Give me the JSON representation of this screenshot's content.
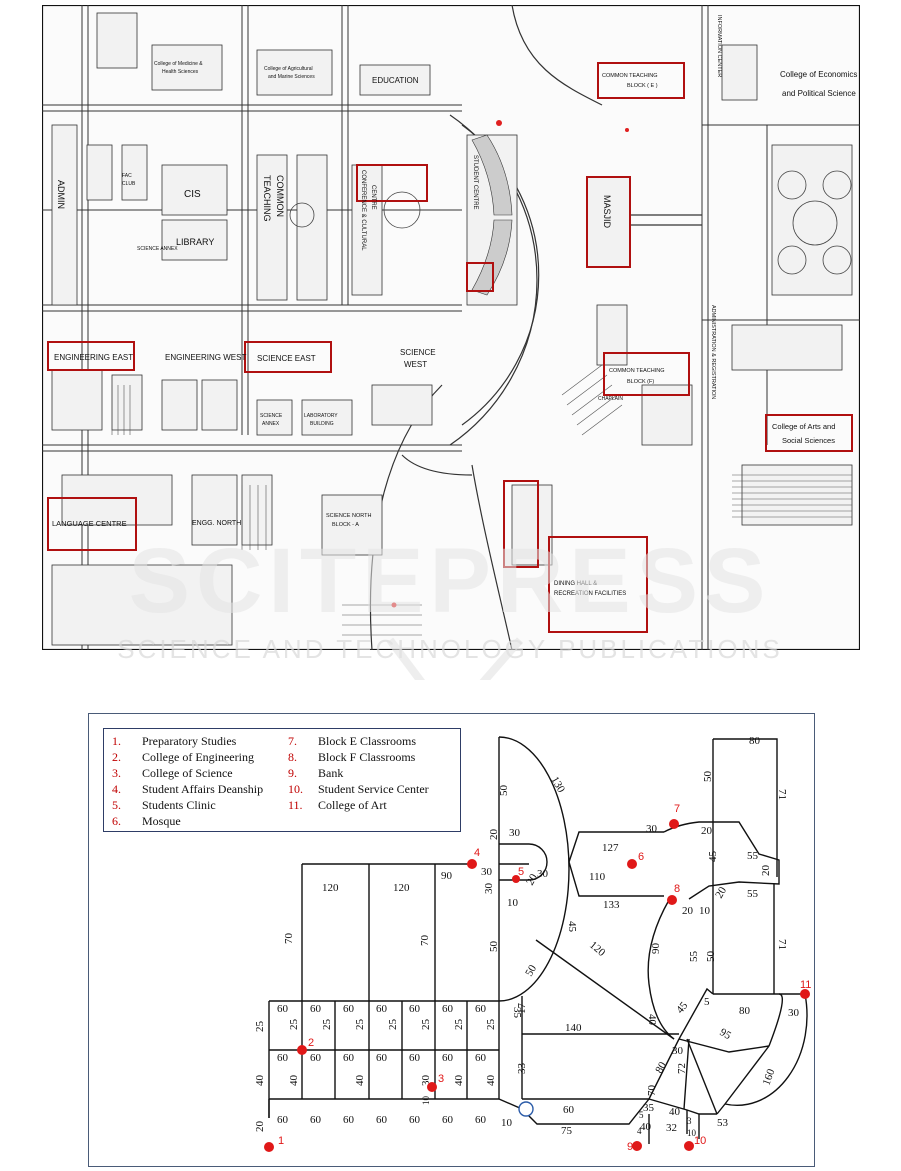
{
  "campus_map": {
    "boxed_labels": [
      {
        "id": "common-teaching-e",
        "text": "COMMON TEACHING BLOCK ( E )"
      },
      {
        "id": "college-economics",
        "text": "College of Economics and Political Science"
      },
      {
        "id": "education",
        "text": "EDUCATION"
      },
      {
        "id": "masjid",
        "text": "MASJID"
      },
      {
        "id": "engineering-east",
        "text": "ENGINEERING EAST"
      },
      {
        "id": "engineering-west",
        "text": "ENGINEERING WEST"
      },
      {
        "id": "science-east",
        "text": "SCIENCE EAST"
      },
      {
        "id": "science-west",
        "text": "SCIENCE WEST"
      },
      {
        "id": "common-teaching-f",
        "text": "COMMON TEACHING BLOCK (F)"
      },
      {
        "id": "arts-social",
        "text": "College of Arts and Social Sciences"
      },
      {
        "id": "language-centre",
        "text": "LANGUAGE CENTRE"
      },
      {
        "id": "engg-north",
        "text": "ENGG. NORTH"
      },
      {
        "id": "science-north",
        "text": "SCIENCE NORTH BLOCK - A"
      },
      {
        "id": "dining-hall",
        "text": "DINING HALL & RECREATION FACILITIES"
      },
      {
        "id": "library",
        "text": "LIBRARY"
      },
      {
        "id": "cis",
        "text": "CIS"
      },
      {
        "id": "admin",
        "text": "ADMIN"
      },
      {
        "id": "fac-club",
        "text": "FAC CLUB"
      },
      {
        "id": "common-teaching",
        "text": "COMMON TEACHING"
      },
      {
        "id": "medicine",
        "text": "College of Medicine & Health Sciences"
      },
      {
        "id": "agricultural",
        "text": "College of Agricultural and Marine Sciences"
      },
      {
        "id": "science-annex",
        "text": "SCIENCE ANNEX"
      },
      {
        "id": "lab-building",
        "text": "LABORATORY BUILDING"
      },
      {
        "id": "conference",
        "text": "CONFERENCE & CULTURAL CENTRE"
      },
      {
        "id": "student-centre",
        "text": "STUDENT CENTRE"
      },
      {
        "id": "information-centre",
        "text": "INFORMATION CENTER"
      },
      {
        "id": "administration",
        "text": "ADMINISTRATION & REGISTRATION"
      },
      {
        "id": "chapel",
        "text": "CHAPLAIN"
      }
    ]
  },
  "watermark": {
    "big": "SCITEPRESS",
    "small": "SCIENCE AND TECHNOLOGY PUBLICATIONS"
  },
  "legend": {
    "left": [
      {
        "num": "1.",
        "label": "Preparatory Studies"
      },
      {
        "num": "2.",
        "label": "College of Engineering"
      },
      {
        "num": "3.",
        "label": "College of Science"
      },
      {
        "num": "4.",
        "label": "Student Affairs Deanship"
      },
      {
        "num": "5.",
        "label": "Students Clinic"
      },
      {
        "num": "6.",
        "label": "Mosque"
      }
    ],
    "right": [
      {
        "num": "7.",
        "label": "Block E Classrooms"
      },
      {
        "num": "8.",
        "label": "Block F Classrooms"
      },
      {
        "num": "9.",
        "label": "Bank"
      },
      {
        "num": "10.",
        "label": "Student Service Center"
      },
      {
        "num": "11.",
        "label": "College of Art"
      }
    ]
  },
  "graph": {
    "nodes": [
      "1",
      "2",
      "3",
      "4",
      "5",
      "6",
      "7",
      "8",
      "9",
      "10",
      "11"
    ],
    "edge_weights": [
      "130",
      "50",
      "20",
      "30",
      "30",
      "20",
      "10",
      "30",
      "127",
      "110",
      "133",
      "45",
      "120",
      "50",
      "50",
      "35",
      "17",
      "140",
      "33",
      "60",
      "75",
      "25",
      "60",
      "25",
      "60",
      "25",
      "60",
      "25",
      "60",
      "25",
      "60",
      "25",
      "60",
      "40",
      "60",
      "40",
      "60",
      "40",
      "60",
      "40",
      "60",
      "30",
      "60",
      "40",
      "60",
      "20",
      "60",
      "60",
      "60",
      "60",
      "60",
      "60",
      "10",
      "10",
      "120",
      "120",
      "90",
      "70",
      "70",
      "80",
      "50",
      "71",
      "20",
      "55",
      "20",
      "55",
      "20",
      "71",
      "50",
      "90",
      "30",
      "20",
      "10",
      "55",
      "45",
      "40",
      "5",
      "80",
      "95",
      "30",
      "72",
      "70",
      "35",
      "40",
      "32",
      "160",
      "53",
      "3",
      "10",
      "4",
      "30"
    ]
  },
  "colors": {
    "box_red": "#b01010",
    "node_red": "#e01818",
    "legend_red": "#c00000",
    "line": "#111111",
    "frame": "#4a5b78"
  }
}
